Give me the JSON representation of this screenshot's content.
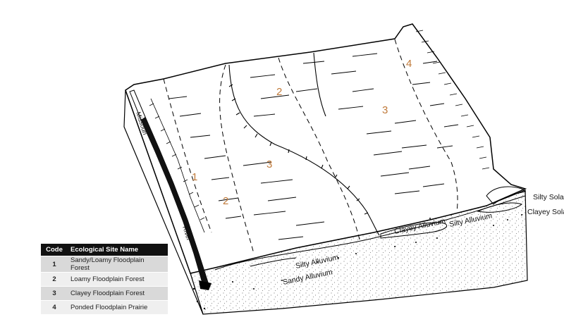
{
  "site_numbers": {
    "n1": "1",
    "n2_left": "2",
    "n2_top": "2",
    "n3_center": "3",
    "n3_right": "3",
    "n4": "4"
  },
  "labels": {
    "missouri": "Missouri",
    "river": "River",
    "silty_alluvium_left": "Silty Alluvium",
    "sandy_alluvium": "Sandy Alluvium",
    "clayey_alluvium": "Clayey Alluvium",
    "silty_alluvium_right": "Silty Alluvium",
    "silty_sola": "Silty Sola",
    "clayey_sola": "Clayey Sola"
  },
  "legend": {
    "headers": {
      "code": "Code",
      "name": "Ecological Site Name"
    },
    "rows": [
      {
        "code": "1",
        "name": "Sandy/Loamy Floodplain Forest"
      },
      {
        "code": "2",
        "name": "Loamy Floodplain Forest"
      },
      {
        "code": "3",
        "name": "Clayey Floodplain Forest"
      },
      {
        "code": "4",
        "name": "Ponded Floodplain Prairie"
      }
    ]
  },
  "colors": {
    "site_number": "#c07a3a",
    "legend_header": "#111111"
  }
}
